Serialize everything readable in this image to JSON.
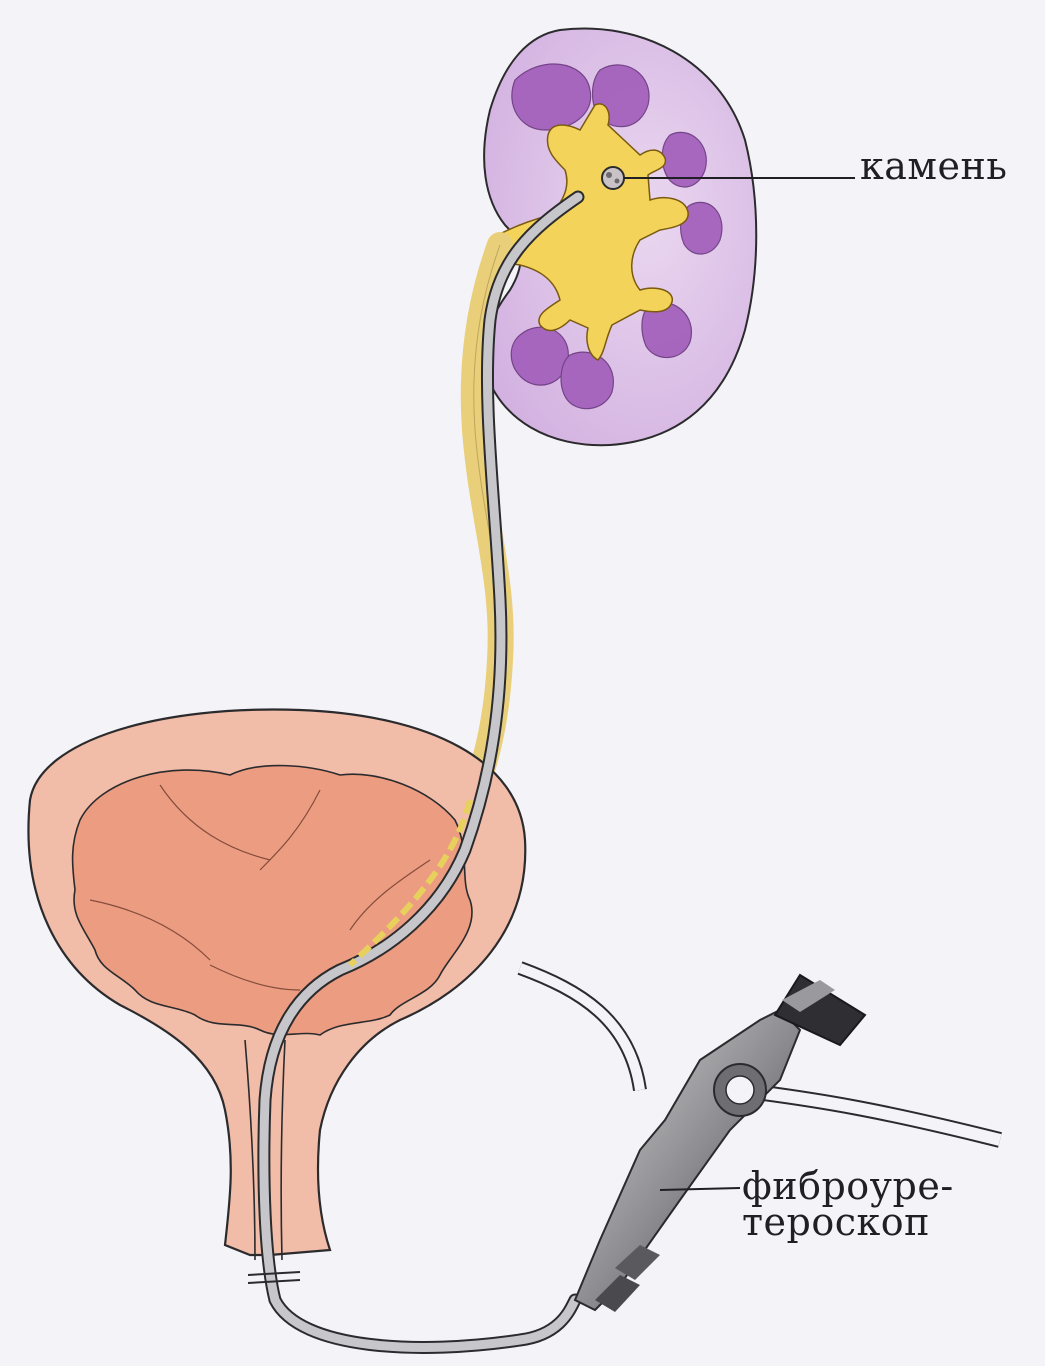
{
  "labels": {
    "stone": "камень",
    "scope_line1": "фиброуре-",
    "scope_line2": "тероскоп"
  },
  "colors": {
    "background": "#f4f3f7",
    "kidney_cortex": "#d9b9e4",
    "kidney_medulla": "#a05cb8",
    "renal_pelvis": "#f4d35a",
    "bladder_wall": "#f0b9a4",
    "bladder_mucosa": "#e9967a",
    "instrument_gray": "#8a8a8e",
    "outline": "#2b2b2e"
  }
}
